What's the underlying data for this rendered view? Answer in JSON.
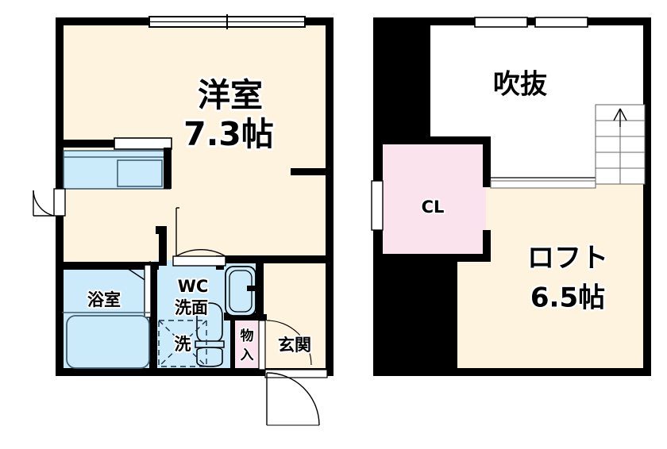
{
  "document": {
    "title": "Apartment Floor Plan",
    "type": "residential-floor-plan",
    "plan_count": 2
  },
  "colors": {
    "wall": "#000000",
    "room_floor": "#FDF3DE",
    "water_area": "#CBEBFB",
    "closet_pink": "#FBE3EE",
    "void_white": "#FFFFFF",
    "window_fill": "#FFFFFF",
    "fixture_outline": "#3F5F72"
  },
  "plans": [
    {
      "id": "first-floor",
      "rooms": [
        {
          "name": "main-room",
          "label_lines": [
            "洋室",
            "7.3帖"
          ],
          "label_main": "洋室",
          "label_size": "7.3帖",
          "fill": "#FDF3DE"
        },
        {
          "name": "bathroom",
          "label_lines": [
            "浴室"
          ],
          "label_main": "浴室",
          "fill": "#CBEBFB"
        },
        {
          "name": "washroom-toilet",
          "label_lines": [
            "WC",
            "洗面"
          ],
          "label_main": "WC",
          "label_sub": "洗面",
          "fill": "#CBEBFB"
        },
        {
          "name": "washer-space",
          "label_lines": [
            "洗"
          ],
          "label_main": "洗",
          "fill": "#CBEBFB"
        },
        {
          "name": "storage-closet",
          "label_lines": [
            "物",
            "入"
          ],
          "label_main": "物",
          "label_sub": "入",
          "fill": "#FBE3EE"
        },
        {
          "name": "entrance",
          "label_lines": [
            "玄関"
          ],
          "label_main": "玄関",
          "fill": "#FDF3DE"
        }
      ],
      "fixtures": [
        {
          "name": "kitchen-counter",
          "label": ""
        },
        {
          "name": "bathtub",
          "label": ""
        },
        {
          "name": "toilet",
          "label": ""
        },
        {
          "name": "wash-basin",
          "label": ""
        }
      ],
      "openings": [
        {
          "name": "main-room-window",
          "label": ""
        },
        {
          "name": "balcony-door",
          "label": ""
        },
        {
          "name": "washroom-door",
          "label": ""
        },
        {
          "name": "entrance-door",
          "label": ""
        },
        {
          "name": "bathroom-folding-door",
          "label": ""
        },
        {
          "name": "storage-door",
          "label": ""
        }
      ]
    },
    {
      "id": "loft-floor",
      "rooms": [
        {
          "name": "void-atrium",
          "label_lines": [
            "吹抜"
          ],
          "label_main": "吹抜",
          "fill": "#FFFFFF"
        },
        {
          "name": "closet",
          "label_lines": [
            "CL"
          ],
          "label_main": "CL",
          "fill": "#FBE3EE"
        },
        {
          "name": "loft",
          "label_lines": [
            "ロフト",
            "6.5帖"
          ],
          "label_main": "ロフト",
          "label_size": "6.5帖",
          "fill": "#FDF3DE"
        }
      ],
      "fixtures": [
        {
          "name": "staircase",
          "label": ""
        }
      ],
      "openings": [
        {
          "name": "loft-window-left",
          "label": ""
        },
        {
          "name": "loft-window-right",
          "label": ""
        },
        {
          "name": "closet-window",
          "label": ""
        }
      ]
    }
  ],
  "labels": {
    "main_room": "洋室",
    "main_room_size": "7.3帖",
    "bathroom": "浴室",
    "wc": "WC",
    "washbasin": "洗面",
    "washer": "洗",
    "storage_top": "物",
    "storage_bottom": "入",
    "entrance": "玄関",
    "void": "吹抜",
    "closet": "CL",
    "loft": "ロフト",
    "loft_size": "6.5帖"
  }
}
